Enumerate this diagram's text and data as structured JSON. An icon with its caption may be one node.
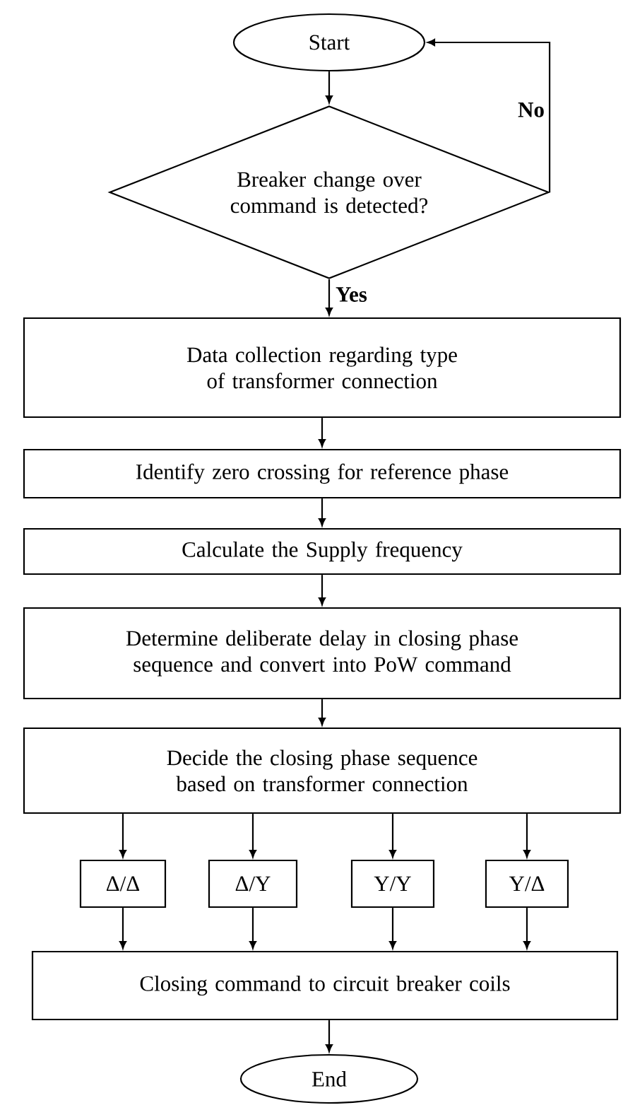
{
  "diagram": {
    "nodes": [
      {
        "text": [
          "Start"
        ]
      },
      {
        "text": [
          "Breaker change over command is detected?"
        ]
      },
      {
        "text": [
          "Data collection regarding type of transformer connection"
        ]
      },
      {
        "text": [
          "Identify zero crossing for reference phase"
        ]
      },
      {
        "text": [
          "Calculate the Supply frequency"
        ]
      },
      {
        "text": [
          "Determine deliberate delay in closing phase sequence and convert into PoW command"
        ]
      },
      {
        "text": [
          "Decide the closing phase sequence based on transformer connection"
        ]
      },
      {
        "text": [
          "Δ/Δ"
        ]
      },
      {
        "text": [
          "Δ/Y"
        ]
      },
      {
        "text": [
          "Y/Y"
        ]
      },
      {
        "text": [
          "Y/Δ"
        ]
      },
      {
        "text": [
          "Closing command to circuit breaker coils"
        ]
      },
      {
        "text": [
          "End"
        ]
      }
    ],
    "edges": [
      {
        "from": 0,
        "to": 1,
        "arrow": "to"
      },
      {
        "from": 1,
        "to": 2,
        "arrow": "to",
        "label": "Yes"
      },
      {
        "from": 1,
        "to": 0,
        "arrow": "to",
        "label": "No"
      },
      {
        "from": 2,
        "to": 3,
        "arrow": "to"
      },
      {
        "from": 3,
        "to": 4,
        "arrow": "to"
      },
      {
        "from": 4,
        "to": 5,
        "arrow": "to"
      },
      {
        "from": 5,
        "to": 6,
        "arrow": "to"
      },
      {
        "from": 6,
        "to": 7,
        "arrow": "to"
      },
      {
        "from": 6,
        "to": 8,
        "arrow": "to"
      },
      {
        "from": 6,
        "to": 9,
        "arrow": "to"
      },
      {
        "from": 6,
        "to": 10,
        "arrow": "to"
      },
      {
        "from": 7,
        "to": 11,
        "arrow": "to"
      },
      {
        "from": 8,
        "to": 11,
        "arrow": "to"
      },
      {
        "from": 9,
        "to": 11,
        "arrow": "to"
      },
      {
        "from": 10,
        "to": 11,
        "arrow": "to"
      },
      {
        "from": 11,
        "to": 12,
        "arrow": "to"
      }
    ]
  }
}
